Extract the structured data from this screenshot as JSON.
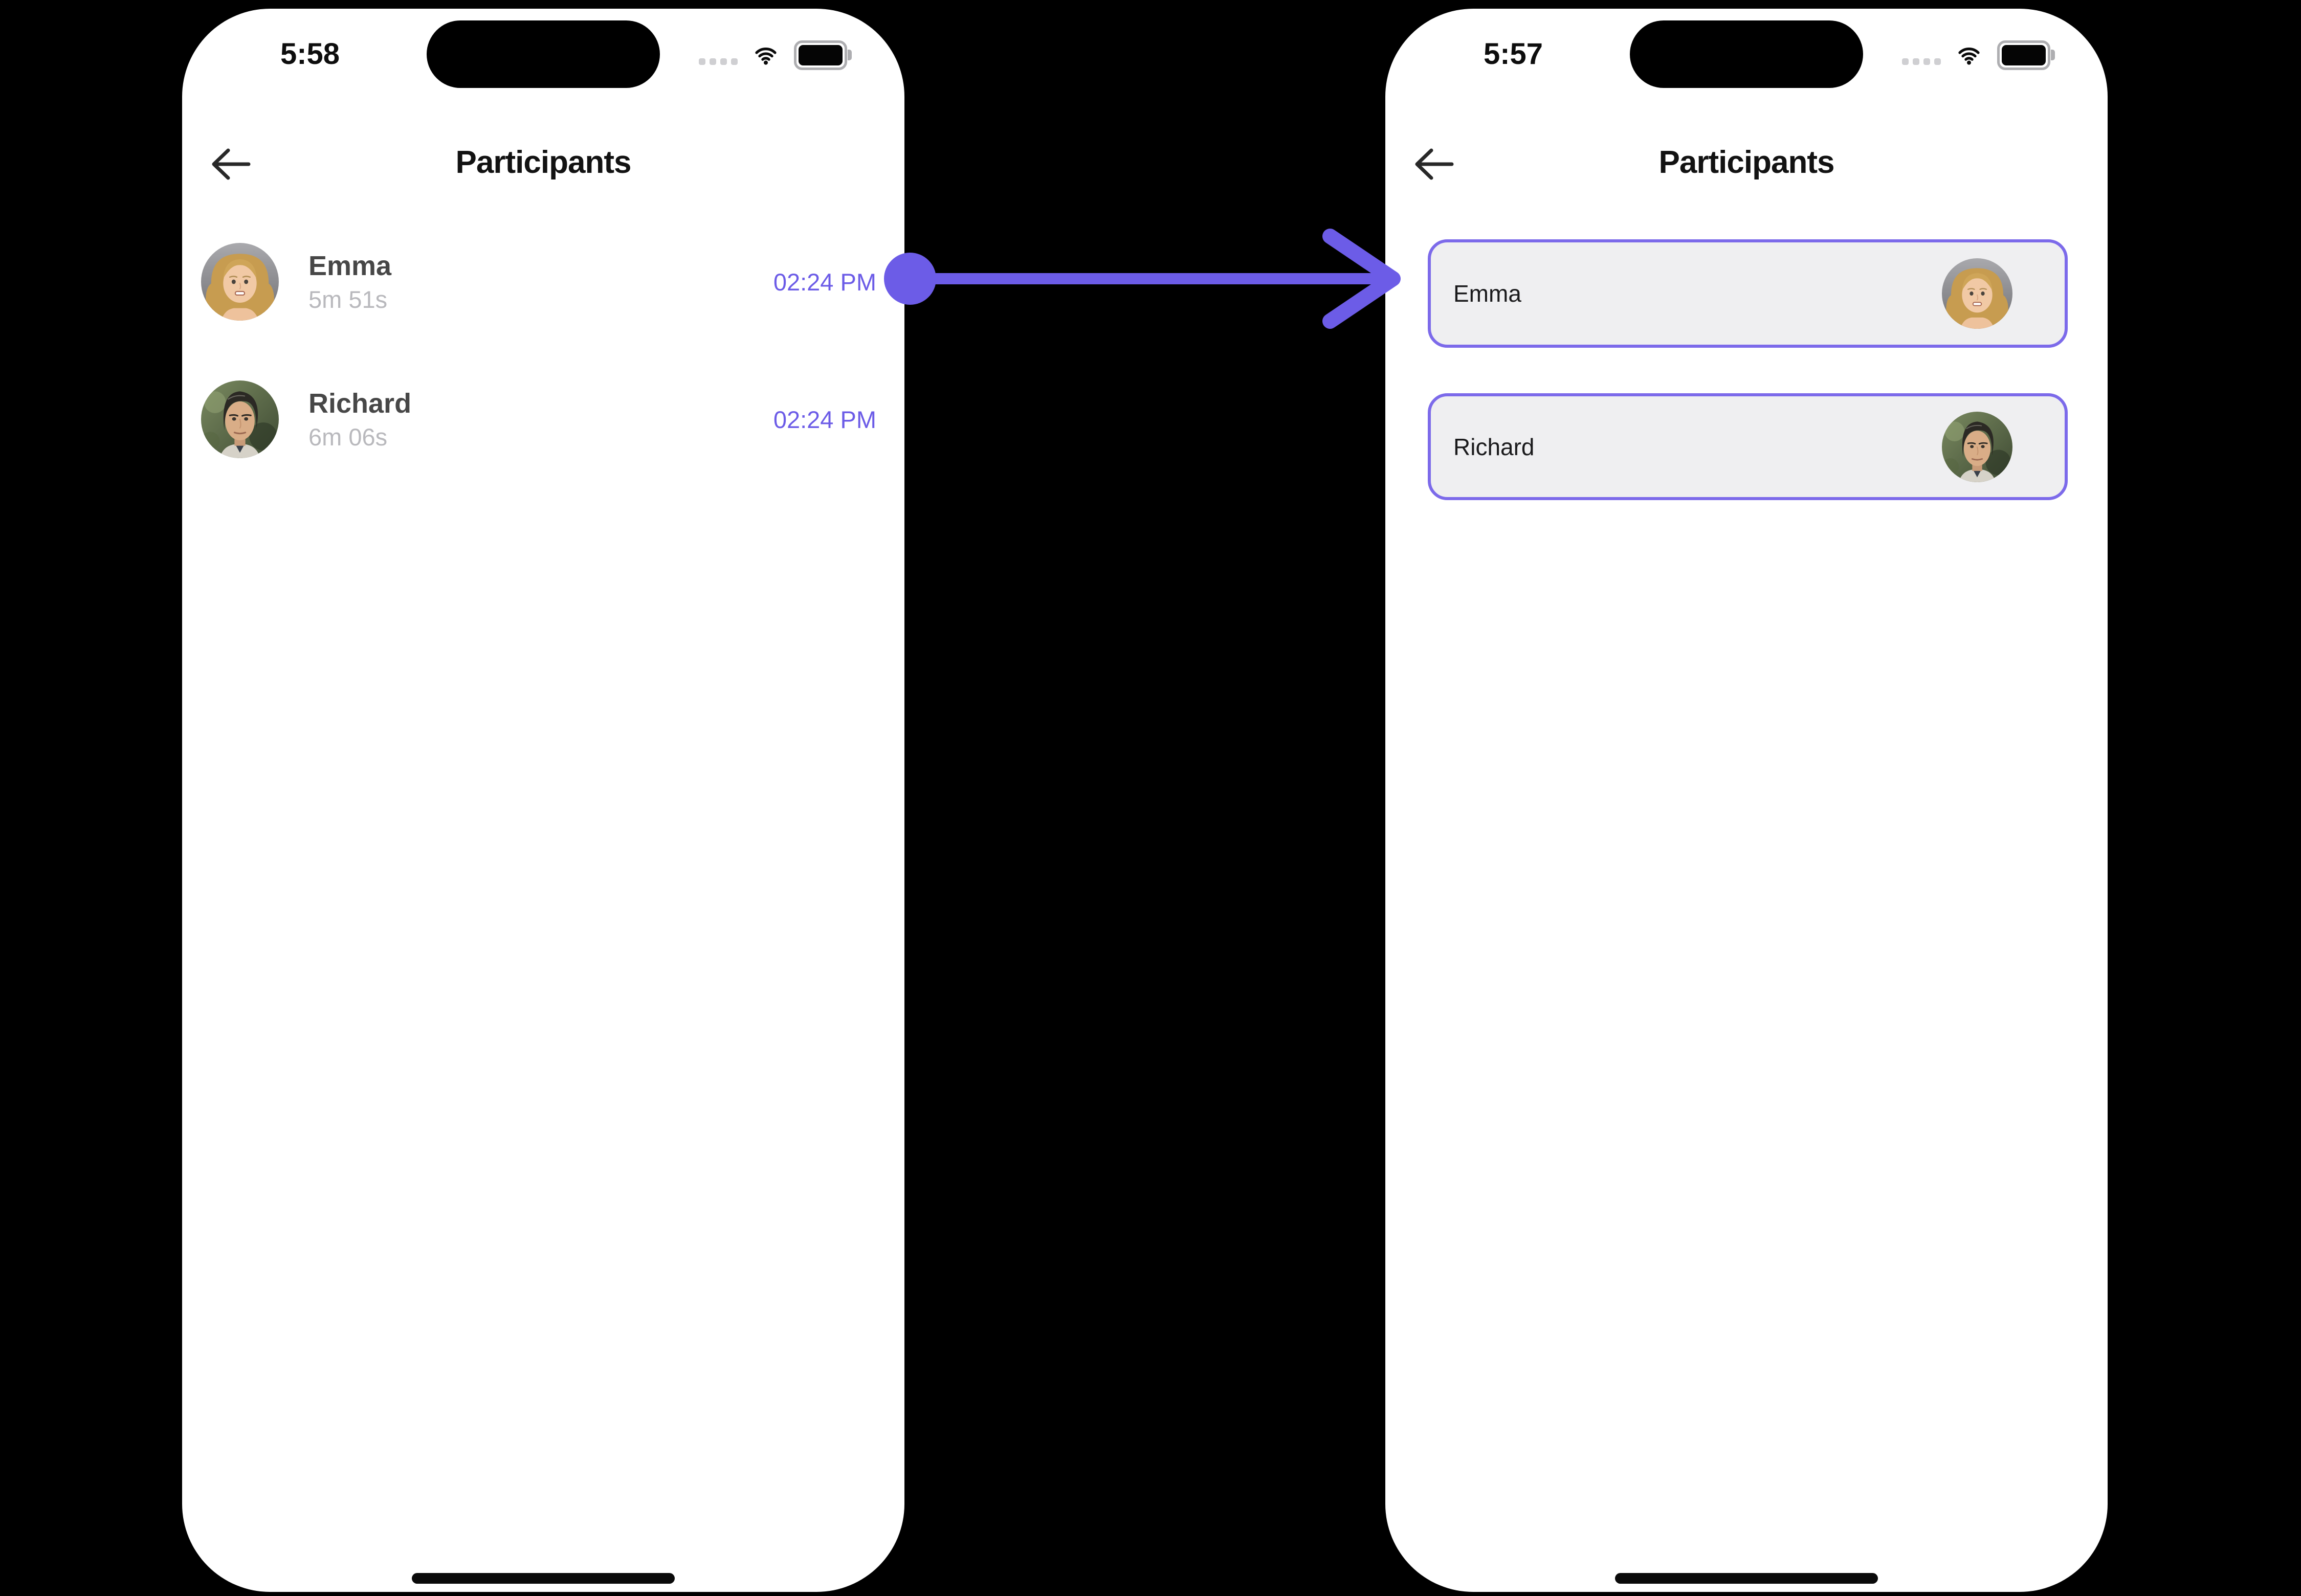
{
  "canvas": {
    "background": "#000000"
  },
  "colors": {
    "accent_purple": "#6C5CE7",
    "card_border": "#7C6AEA",
    "card_background": "#EFEFF1",
    "phone_background": "#FFFFFF",
    "name_text": "#474747",
    "muted_text": "#B9B9BD",
    "title_text": "#121212"
  },
  "left": {
    "status": {
      "time": "5:58"
    },
    "header": {
      "title": "Participants"
    },
    "rows": [
      {
        "name": "Emma",
        "duration": "5m 51s",
        "time": "02:24 PM",
        "avatar": "emma-avatar"
      },
      {
        "name": "Richard",
        "duration": "6m 06s",
        "time": "02:24 PM",
        "avatar": "richard-avatar"
      }
    ]
  },
  "right": {
    "status": {
      "time": "5:57"
    },
    "header": {
      "title": "Participants"
    },
    "rows": [
      {
        "name": "Emma",
        "avatar": "emma-avatar"
      },
      {
        "name": "Richard",
        "avatar": "richard-avatar"
      }
    ]
  }
}
